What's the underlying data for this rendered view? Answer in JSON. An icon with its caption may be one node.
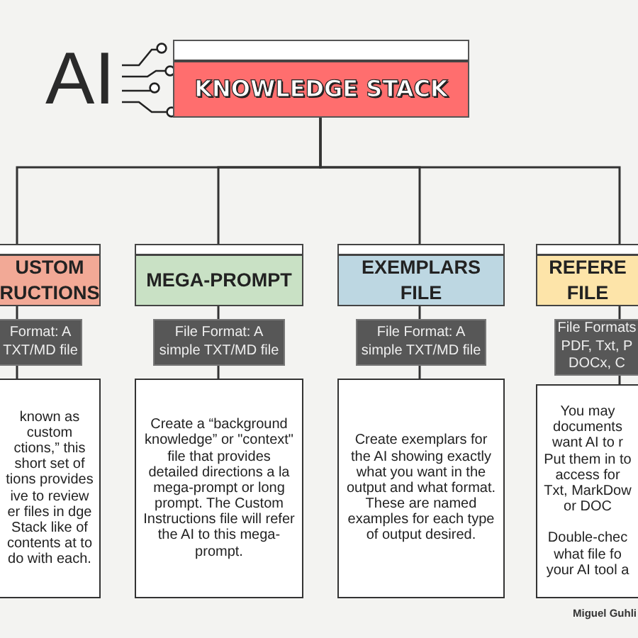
{
  "diagram": {
    "nodes": [
      {
        "text": [
          "KNOWLEDGE STACK"
        ],
        "beside": [
          "AI"
        ]
      },
      {
        "text": [
          "USTOM RUCTIONS"
        ]
      },
      {
        "text": [
          "MEGA-PROMPT"
        ]
      },
      {
        "text": [
          "EXEMPLARS FILE"
        ]
      },
      {
        "text": [
          "REFERE FILE"
        ]
      },
      {
        "text": [
          "Format: A TXT/MD file"
        ]
      },
      {
        "text": [
          "File Format: A simple TXT/MD file"
        ]
      },
      {
        "text": [
          "File Format: A simple TXT/MD file"
        ]
      },
      {
        "text": [
          "File Formats PDF, Txt, P DOCx, C"
        ]
      },
      {
        "text": [
          "known as custom ctions,” this short set of tions provides ive to review er files in dge Stack like of contents at to do with each."
        ]
      },
      {
        "text": [
          "Create a “background knowledge” or \"context\" file that provides detailed directions a la mega-prompt or long prompt. The Custom Instructions file will refer the AI to this mega-prompt."
        ]
      },
      {
        "text": [
          "Create exemplars for the AI showing exactly what you want in the output and what format. These are named examples for each type of output desired."
        ]
      },
      {
        "text": [
          "You may documents want AI to r Put them in to access for Txt, MarkDow or DOC",
          "Double-chec what file fo your AI tool a"
        ]
      }
    ],
    "edges": [
      {
        "from": 0,
        "to": 1,
        "arrow": "none"
      },
      {
        "from": 0,
        "to": 2,
        "arrow": "none"
      },
      {
        "from": 0,
        "to": 3,
        "arrow": "none"
      },
      {
        "from": 0,
        "to": 4,
        "arrow": "none"
      },
      {
        "from": 1,
        "to": 5,
        "arrow": "none"
      },
      {
        "from": 2,
        "to": 6,
        "arrow": "none"
      },
      {
        "from": 3,
        "to": 7,
        "arrow": "none"
      },
      {
        "from": 4,
        "to": 8,
        "arrow": "none"
      },
      {
        "from": 5,
        "to": 9,
        "arrow": "none"
      },
      {
        "from": 6,
        "to": 10,
        "arrow": "none"
      },
      {
        "from": 7,
        "to": 11,
        "arrow": "none"
      },
      {
        "from": 8,
        "to": 12,
        "arrow": "none"
      }
    ],
    "labels": [
      "Miguel Guhli"
    ]
  }
}
